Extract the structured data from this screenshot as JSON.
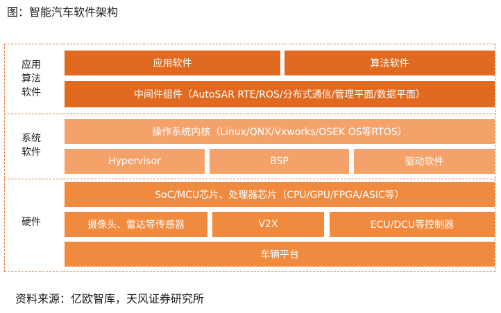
{
  "title": "图：智能汽车软件架构",
  "source": "资料来源：亿欧智库，天风证券研究所",
  "colors": {
    "frame": "#e8733a",
    "app_layer": "#e06a1f",
    "system_layer": "#f4a26a",
    "hardware_layer": "#f08a3e"
  },
  "layers": {
    "application": {
      "label_lines": [
        "应用",
        "算法",
        "软件"
      ],
      "boxes": [
        "应用软件",
        "算法软件",
        "中间件组件（AutoSAR RTE/ROS/分布式通信/管理平面/数据平面）"
      ]
    },
    "system": {
      "label_lines": [
        "系统",
        "软件"
      ],
      "boxes": [
        "操作系统内核（Linux/QNX/Vxworks/OSEK OS等RTOS）",
        "Hypervisor",
        "BSP",
        "驱动软件"
      ]
    },
    "hardware": {
      "label_lines": [
        "硬件"
      ],
      "boxes": [
        "SoC/MCU芯片、处理器芯片（CPU/GPU/FPGA/ASIC等）",
        "摄像头、雷达等传感器",
        "V2X",
        "ECU/DCU等控制器",
        "车辆平台"
      ]
    }
  }
}
